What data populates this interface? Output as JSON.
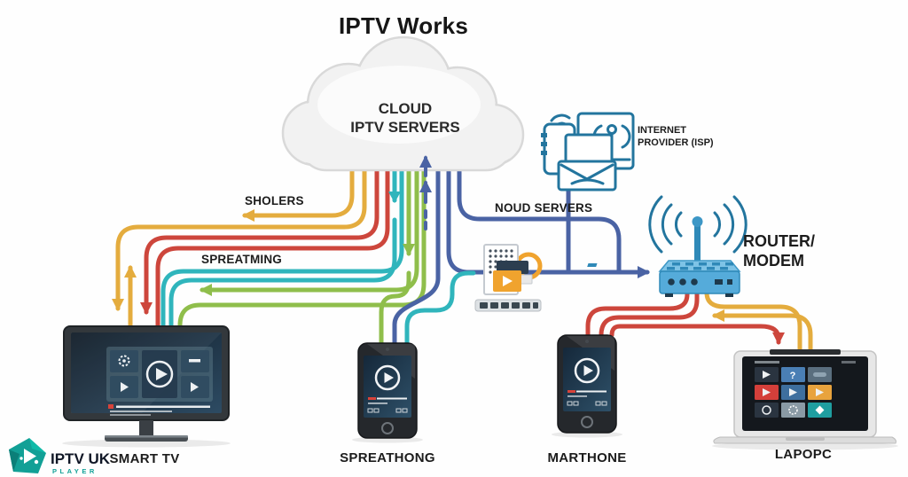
{
  "title": "IPTV Works",
  "cloud": {
    "label_line1": "CLOUD",
    "label_line2": "IPTV SERVERS"
  },
  "flow_labels": {
    "sholers": "SHOLERS",
    "spreatming": "SPREATMING",
    "noud_servers": "NOUD SERVERS"
  },
  "isp": {
    "label_line1": "INTERNET",
    "label_line2": "PROVIDER (ISP)"
  },
  "router": {
    "label_line1": "ROUTER/",
    "label_line2": "MODEM"
  },
  "devices": {
    "smart_tv": {
      "label": "SMART TV"
    },
    "phone_left": {
      "label": "SPREATHONG"
    },
    "phone_right": {
      "label": "MARTHONE"
    },
    "laptop": {
      "label": "LAPOPC"
    }
  },
  "logo": {
    "brand": "IPTV UK",
    "sub_brand": "PLAYER"
  },
  "colors": {
    "stream_yellow": "#E4AC3E",
    "stream_red": "#CD463C",
    "stream_teal": "#30B5BC",
    "stream_green": "#8FBE4B",
    "stream_blue": "#4A63A4",
    "icon_outline_blue": "#23759E",
    "router_blue": "#55ABDA",
    "accent_orange": "#F0A32E",
    "logo_teal": "#12A096"
  }
}
